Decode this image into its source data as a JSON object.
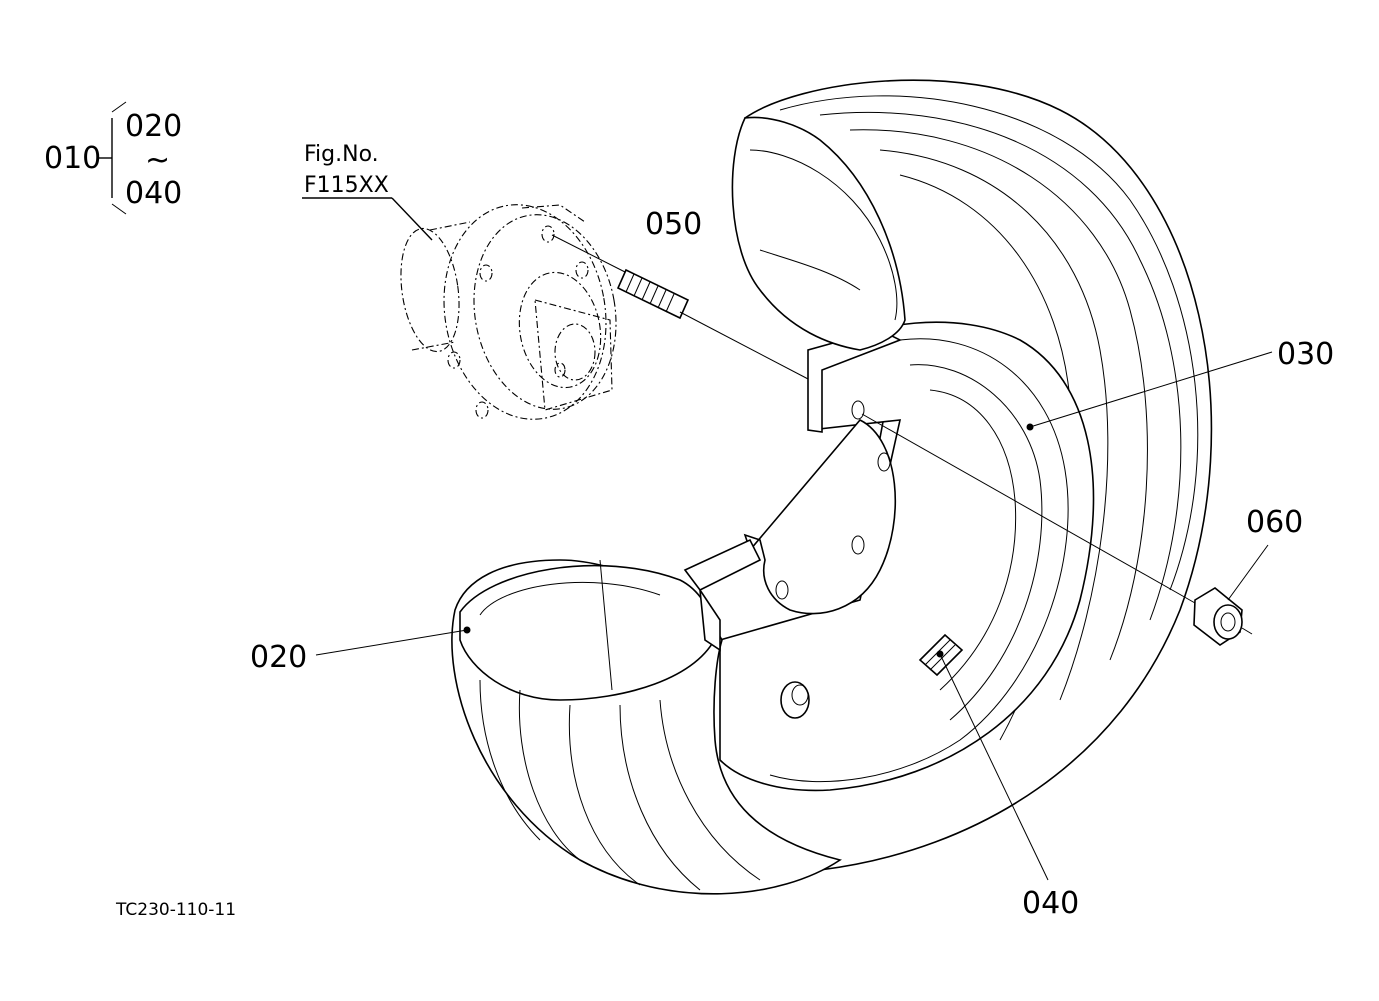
{
  "labels": {
    "assembly": "010",
    "range_start": "020",
    "range_sep": "~",
    "range_end": "040",
    "fig_caption": "Fig.No.",
    "fig_number": "F115XX",
    "stud": "050",
    "disc": "030",
    "nut": "060",
    "tire": "020",
    "valve": "040",
    "drawing_code": "TC230-110-11"
  },
  "colors": {
    "line": "#000000",
    "paper": "#ffffff"
  }
}
